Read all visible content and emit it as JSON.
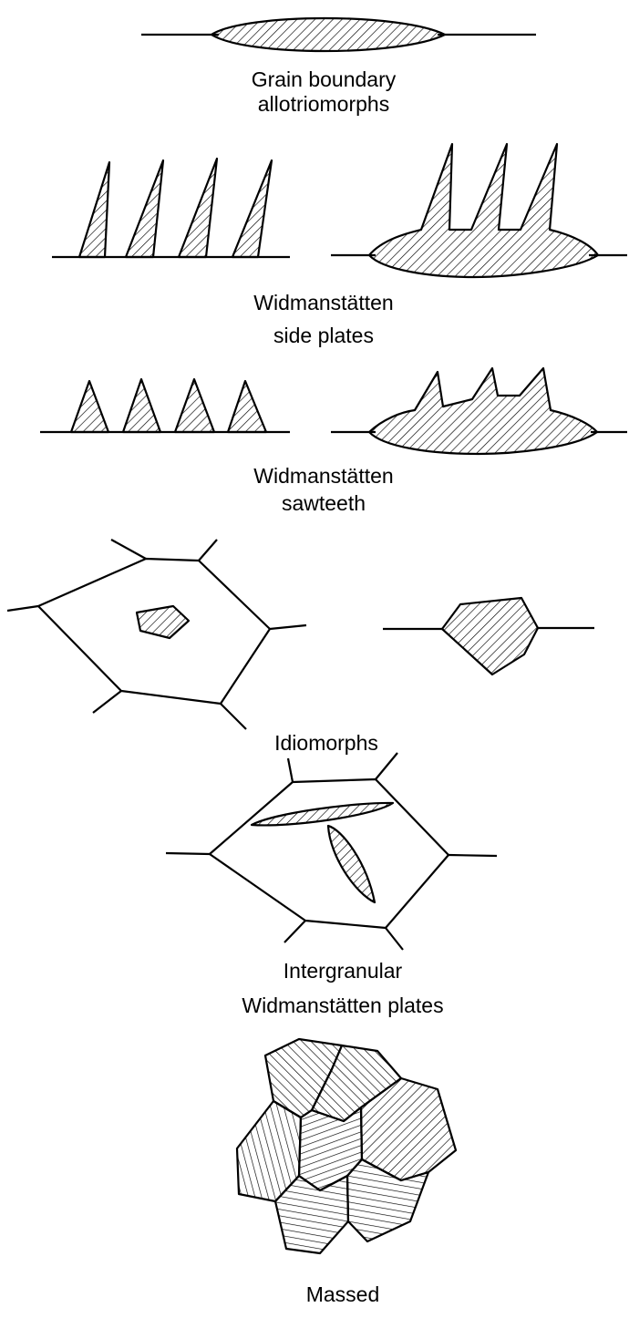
{
  "diagram": {
    "captions": {
      "allotriomorphs_1": "Grain boundary",
      "allotriomorphs_2": "allotriomorphs",
      "side_plates_1": "Widmanstätten",
      "side_plates_2": "side plates",
      "sawteeth_1": "Widmanstätten",
      "sawteeth_2": "sawteeth",
      "idiomorphs": "Idiomorphs",
      "intergranular_1": "Intergranular",
      "intergranular_2": "Widmanstätten plates",
      "massed": "Massed"
    },
    "ink_color": "#000000",
    "background_color": "#ffffff"
  }
}
